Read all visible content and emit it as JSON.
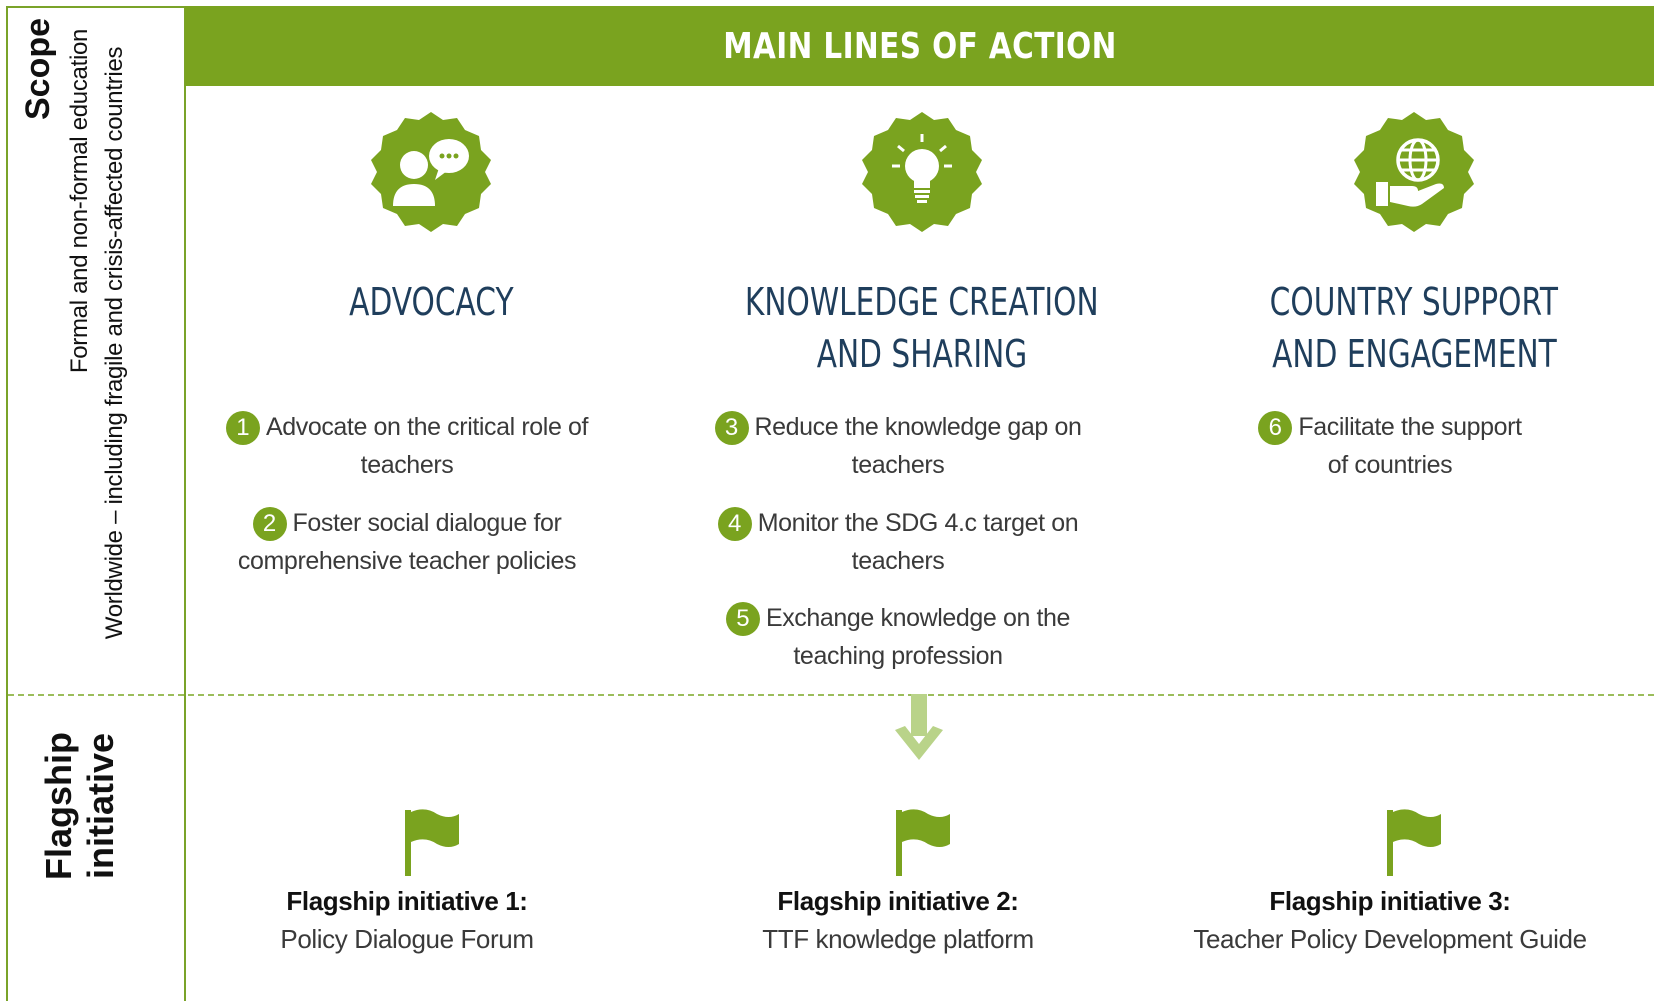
{
  "side": {
    "scope_title": "Scope",
    "scope_line1": "Formal and non-formal education",
    "scope_line2": "Worldwide – including fragile and crisis-affected countries",
    "flagship_line1": "Flagship",
    "flagship_line2": "initiative"
  },
  "header": {
    "title": "MAIN LINES OF ACTION"
  },
  "columns": [
    {
      "icon": "advocacy-people-speech-icon",
      "title_line1": "ADVOCACY",
      "title_line2": "",
      "items": [
        {
          "num": "1",
          "line1": "Advocate on the critical role of",
          "line2": "teachers"
        },
        {
          "num": "2",
          "line1": "Foster social dialogue for",
          "line2": "comprehensive teacher policies"
        }
      ],
      "flag_title": "Flagship initiative 1:",
      "flag_sub": "Policy Dialogue Forum"
    },
    {
      "icon": "lightbulb-icon",
      "title_line1": "KNOWLEDGE CREATION",
      "title_line2": "AND SHARING",
      "items": [
        {
          "num": "3",
          "line1": "Reduce the knowledge gap on",
          "line2": "teachers"
        },
        {
          "num": "4",
          "line1": "Monitor the SDG 4.c target on",
          "line2": "teachers"
        },
        {
          "num": "5",
          "line1": "Exchange knowledge on the",
          "line2": "teaching profession"
        }
      ],
      "flag_title": "Flagship initiative 2:",
      "flag_sub": "TTF knowledge platform"
    },
    {
      "icon": "globe-in-hand-icon",
      "title_line1": "COUNTRY SUPPORT",
      "title_line2": "AND ENGAGEMENT",
      "items": [
        {
          "num": "6",
          "line1": "Facilitate the support",
          "line2": "of countries"
        }
      ],
      "flag_title": "Flagship initiative 3:",
      "flag_sub": "Teacher Policy Development Guide"
    }
  ],
  "colors": {
    "brand_green": "#7aa31f",
    "light_green": "#b9d389",
    "title_navy": "#1f3e5c"
  }
}
